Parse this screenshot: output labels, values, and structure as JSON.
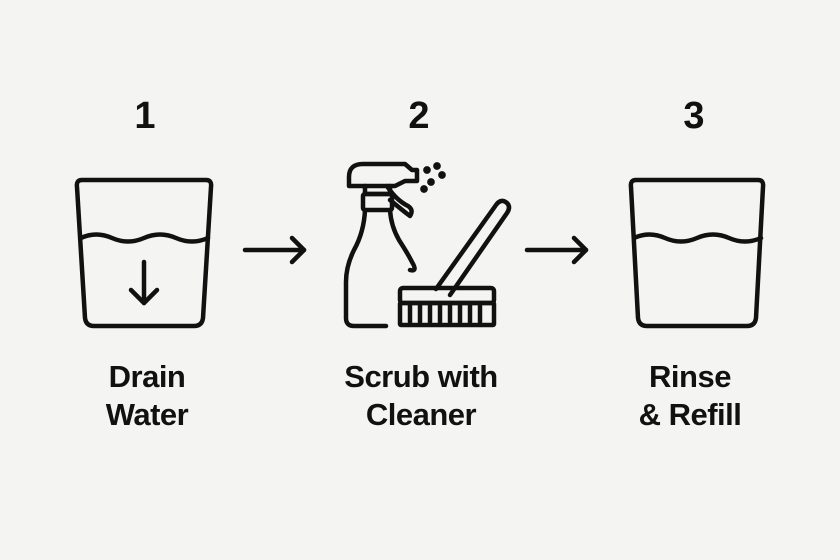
{
  "steps": [
    {
      "number": "1",
      "label_line1": "Drain",
      "label_line2": "Water",
      "icon": "bucket-drain-icon"
    },
    {
      "number": "2",
      "label_line1": "Scrub with",
      "label_line2": "Cleaner",
      "icon": "spray-bottle-brush-icon"
    },
    {
      "number": "3",
      "label_line1": "Rinse",
      "label_line2": "& Refill",
      "icon": "bucket-full-icon"
    }
  ],
  "colors": {
    "ink": "#111111",
    "background": "#f4f4f2"
  }
}
